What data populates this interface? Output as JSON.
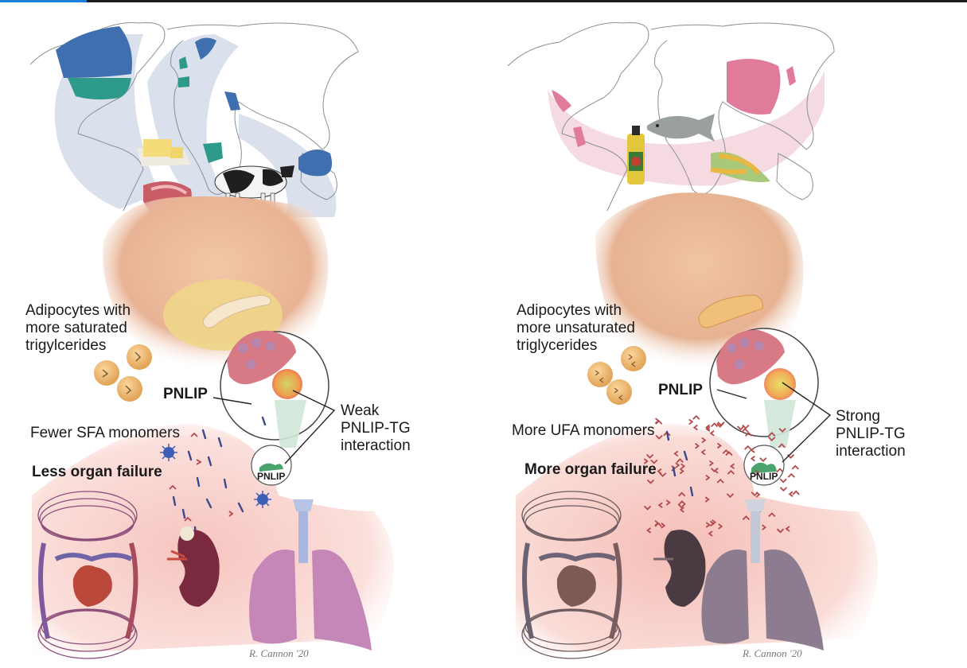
{
  "browser": {
    "loading_progress_percent": 9,
    "loading_color": "#1a7fd8"
  },
  "panels": [
    {
      "id": "saturated",
      "theme_color": "#3f6fae",
      "accent_color": "#2e9a8c",
      "highlight_regions": [
        "Canada",
        "United States",
        "Northern Europe",
        "United Kingdom",
        "Spain",
        "Arabian Peninsula",
        "Nigeria",
        "Australia"
      ],
      "foods": [
        "butter",
        "beef",
        "cow"
      ],
      "adipocyte_label": [
        "Adipocytes with",
        "more saturated",
        "trigylcerides"
      ],
      "pnlip_label": "PNLIP",
      "interaction_label": [
        "Weak",
        "PNLIP-TG",
        "interaction"
      ],
      "monomer_label": "Fewer SFA monomers",
      "outcome_label": "Less organ failure",
      "inner_circle_label": "PNLIP",
      "organs": [
        "heart-and-vessels",
        "kidney",
        "lungs"
      ],
      "signature": "R. Cannon '20"
    },
    {
      "id": "unsaturated",
      "theme_color": "#e07b99",
      "accent_color": "#e07b99",
      "highlight_regions": [
        "Mexico",
        "Peru",
        "China",
        "Japan"
      ],
      "foods": [
        "vegetable-oil",
        "fish",
        "corn"
      ],
      "adipocyte_label": [
        "Adipocytes with",
        "more unsaturated",
        "triglycerides"
      ],
      "pnlip_label": "PNLIP",
      "interaction_label": [
        "Strong",
        "PNLIP-TG",
        "interaction"
      ],
      "monomer_label": "More UFA monomers",
      "outcome_label": "More organ failure",
      "inner_circle_label": "PNLIP",
      "organs": [
        "heart-and-vessels",
        "kidney",
        "lungs"
      ],
      "signature": "R. Cannon '20"
    }
  ]
}
